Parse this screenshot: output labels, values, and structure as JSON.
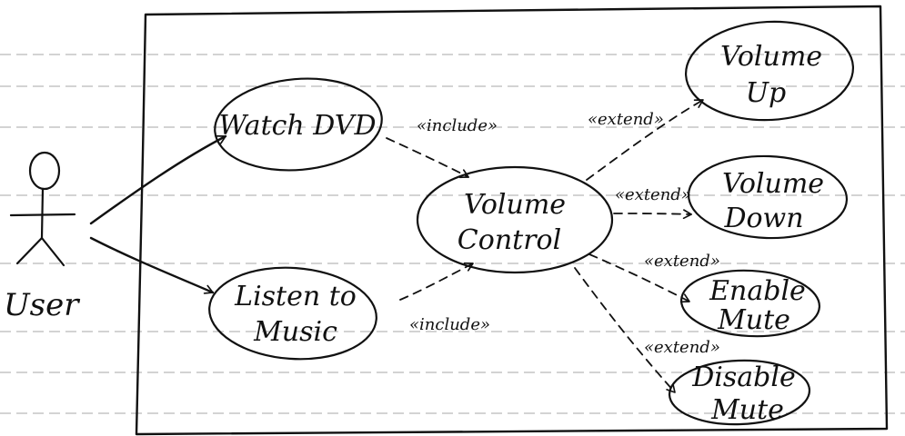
{
  "diagram": {
    "type": "uml-use-case",
    "actor": {
      "name": "User"
    },
    "use_cases": {
      "watch_dvd": "Watch DVD",
      "listen_music": {
        "line1": "Listen to",
        "line2": "Music"
      },
      "volume_control": {
        "line1": "Volume",
        "line2": "Control"
      },
      "volume_up": {
        "line1": "Volume",
        "line2": "Up"
      },
      "volume_down": {
        "line1": "Volume",
        "line2": "Down"
      },
      "enable_mute": {
        "line1": "Enable",
        "line2": "Mute"
      },
      "disable_mute": {
        "line1": "Disable",
        "line2": "Mute"
      }
    },
    "relations": {
      "include_watch": "«include»",
      "include_listen": "«include»",
      "extend_up": "«extend»",
      "extend_down": "«extend»",
      "extend_enable": "«extend»",
      "extend_disable": "«extend»"
    },
    "colors": {
      "ink": "#111111",
      "paper_lines": "#b9b9b9",
      "background": "#ffffff"
    }
  }
}
